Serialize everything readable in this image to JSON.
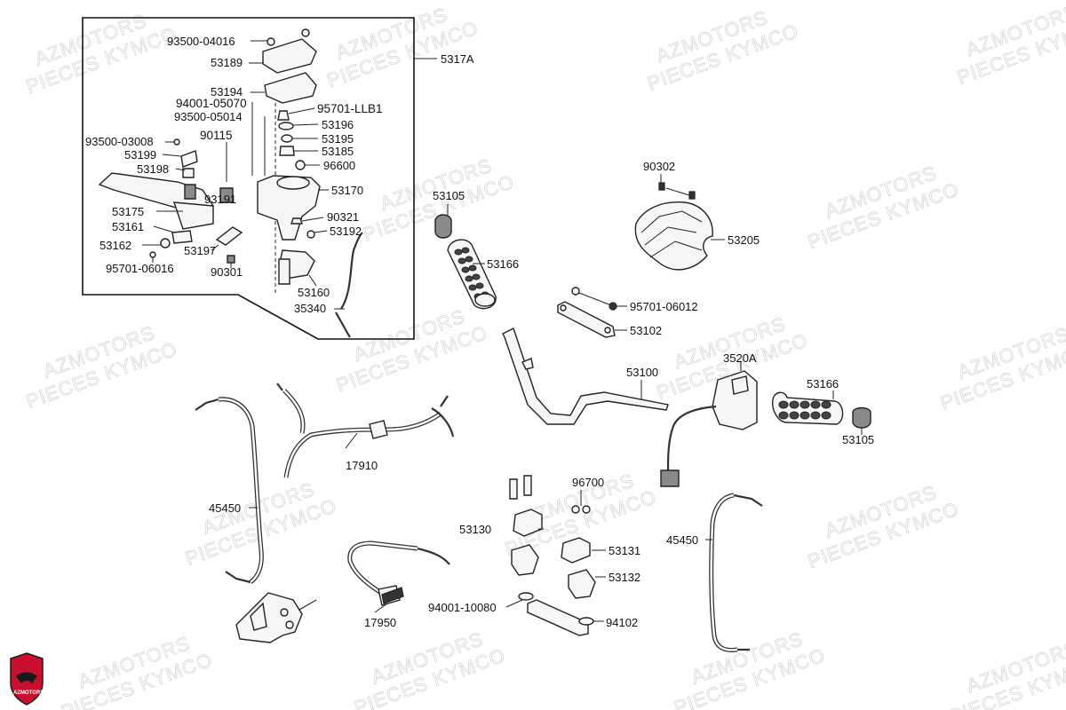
{
  "watermark": {
    "line1": "AZMOTORS",
    "line2": "PIECES KYMCO"
  },
  "logo": {
    "text": "AZMOTORS",
    "colors": {
      "shield": "#c8102e",
      "dark": "#1a1a1a"
    }
  },
  "colors": {
    "line": "#222222",
    "label": "#111111",
    "watermark": "#d7d7d7"
  },
  "parts": {
    "p93500_04016": "93500-04016",
    "p53189": "53189",
    "p5317A": "5317A",
    "p53194": "53194",
    "p94001_05070": "94001-05070",
    "p95701_LLB1": "95701-LLB1",
    "p93500_05014": "93500-05014",
    "p53196": "53196",
    "p93500_03008": "93500-03008",
    "p90115": "90115",
    "p53195": "53195",
    "p53199": "53199",
    "p53185": "53185",
    "p53198": "53198",
    "p96600": "96600",
    "p53170": "53170",
    "p93191": "93191",
    "p53175": "53175",
    "p90321": "90321",
    "p53161": "53161",
    "p53192": "53192",
    "p53162": "53162",
    "p53197": "53197",
    "p95701_06016": "95701-06016",
    "p90301": "90301",
    "p53160": "53160",
    "p35340": "35340",
    "p53105_left": "53105",
    "p53166_left": "53166",
    "p90302": "90302",
    "p53205": "53205",
    "p95701_06012": "95701-06012",
    "p53102": "53102",
    "p3520A": "3520A",
    "p53100": "53100",
    "p53166_right": "53166",
    "p53105_right": "53105",
    "p17910": "17910",
    "p45450_left": "45450",
    "p96700": "96700",
    "p53130": "53130",
    "p53131": "53131",
    "p53132": "53132",
    "p45450_right": "45450",
    "p94001_10080": "94001-10080",
    "p94102": "94102",
    "p17950": "17950"
  }
}
